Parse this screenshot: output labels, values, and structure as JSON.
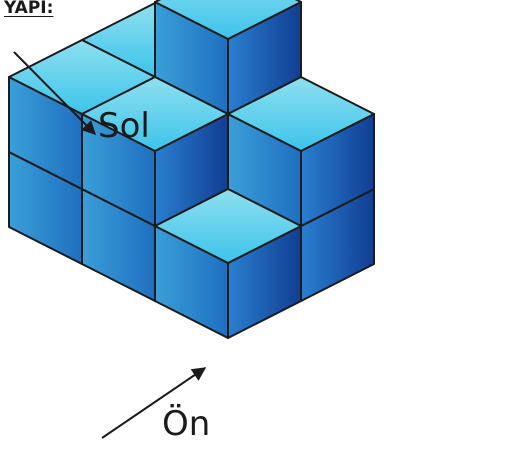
{
  "title": "YAPI:",
  "labels": {
    "left": "Sol",
    "front": "Ön"
  },
  "colors": {
    "outline": "#1c1c1c",
    "top_light": "#8fe0ee",
    "top_dark": "#3cc4ec",
    "front_light": "#3a9fd8",
    "front_dark": "#1f6fc0",
    "right_light": "#2a7fd0",
    "right_dark": "#113e92"
  },
  "structure": {
    "cube_count": 12,
    "column_heights": [
      [
        2,
        1,
        0
      ],
      [
        2,
        3,
        2
      ],
      [
        2,
        2,
        1
      ]
    ]
  }
}
